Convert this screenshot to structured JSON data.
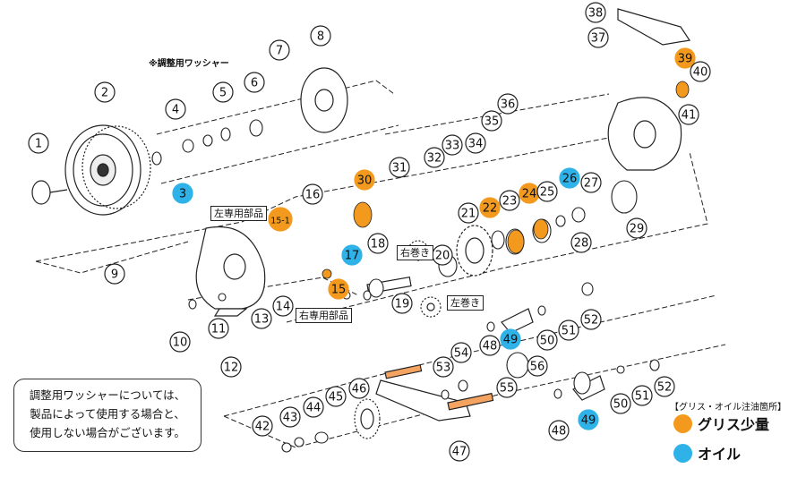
{
  "colors": {
    "grease": "#F39A1E",
    "oil": "#2EB2E8",
    "line": "#222222"
  },
  "diagram": {
    "part_numbers": [
      "1",
      "2",
      "3",
      "4",
      "5",
      "6",
      "7",
      "8",
      "9",
      "10",
      "11",
      "12",
      "13",
      "14",
      "15",
      "15-1",
      "16",
      "17",
      "18",
      "19",
      "20",
      "21",
      "22",
      "23",
      "24",
      "25",
      "26",
      "27",
      "28",
      "29",
      "30",
      "31",
      "32",
      "33",
      "34",
      "35",
      "36",
      "37",
      "38",
      "39",
      "40",
      "41",
      "42",
      "43",
      "44",
      "45",
      "46",
      "47",
      "48",
      "48",
      "49",
      "49",
      "50",
      "50",
      "51",
      "51",
      "52",
      "52",
      "53",
      "54",
      "55",
      "56"
    ],
    "grease_parts": [
      "15-1",
      "15",
      "22",
      "24",
      "30",
      "39"
    ],
    "oil_parts": [
      "3",
      "17",
      "26",
      "49"
    ],
    "labels": {
      "adjust_washer": "※調整用ワッシャー",
      "left_only": "左専用部品",
      "right_only": "右専用部品",
      "right_wind": "右巻き",
      "left_wind": "左巻き"
    }
  },
  "note": {
    "lines": [
      "調整用ワッシャーについては、",
      "製品によって使用する場合と、",
      "使用しない場合がございます。"
    ]
  },
  "legend": {
    "title": "【グリス・オイル注油箇所】",
    "grease_label": "グリス少量",
    "oil_label": "オイル"
  }
}
